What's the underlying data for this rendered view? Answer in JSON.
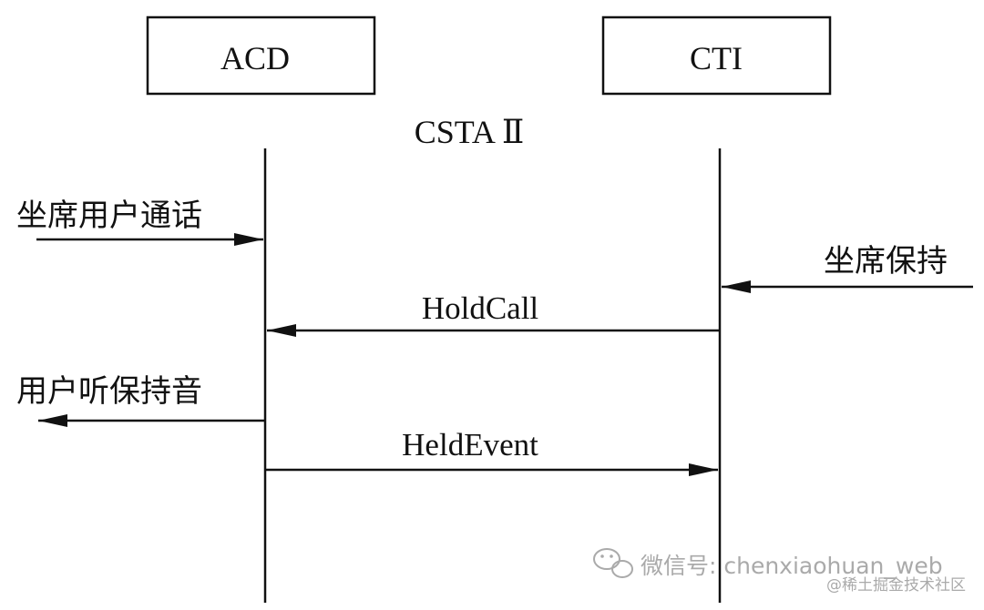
{
  "participants": {
    "acd": {
      "label": "ACD"
    },
    "cti": {
      "label": "CTI"
    }
  },
  "protocol_label": "CSTA Ⅱ",
  "messages": {
    "agent_user_call": {
      "label": "坐席用户通话"
    },
    "agent_hold": {
      "label": "坐席保持"
    },
    "hold_call": {
      "label": "HoldCall"
    },
    "user_hears_hold_tone": {
      "label": "用户听保持音"
    },
    "held_event": {
      "label": "HeldEvent"
    }
  },
  "watermark": {
    "wechat": "微信号: chenxiaohuan_web",
    "juejin": "@稀土掘金技术社区"
  },
  "colors": {
    "line": "#111111",
    "text": "#111111",
    "watermark": "#aaaaaa",
    "background": "#ffffff"
  }
}
